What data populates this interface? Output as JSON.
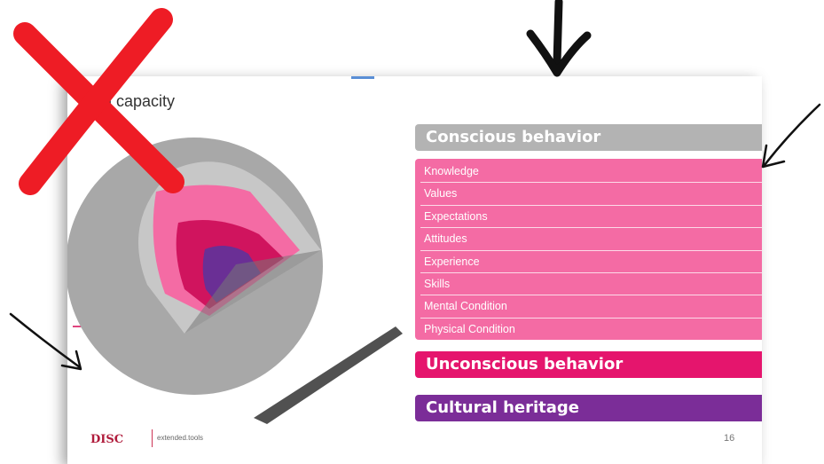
{
  "slide": {
    "title": "an capacity",
    "bars": {
      "conscious": "Conscious behavior",
      "unconscious": "Unconscious behavior",
      "cultural": "Cultural heritage"
    },
    "list_items": [
      "Knowledge",
      "Values",
      "Expectations",
      "Attitudes",
      "Experience",
      "Skills",
      "Mental Condition",
      "Physical Condition"
    ],
    "footer": {
      "logo_text": "DISC",
      "site": "extended.tools",
      "page_number": "16"
    }
  },
  "colors": {
    "conscious_bar": "#b3b3b3",
    "list_bg": "#f46ba4",
    "unconscious_bar": "#e5156d",
    "cultural_bar": "#7b2d98",
    "annotation_cross": "#ee1c25",
    "annotation_arrow": "#1a1a1a"
  },
  "annotations": {
    "cross": "red-x-mark",
    "arrows": [
      "arrow-down-top",
      "arrow-right",
      "arrow-bottom-left"
    ]
  }
}
